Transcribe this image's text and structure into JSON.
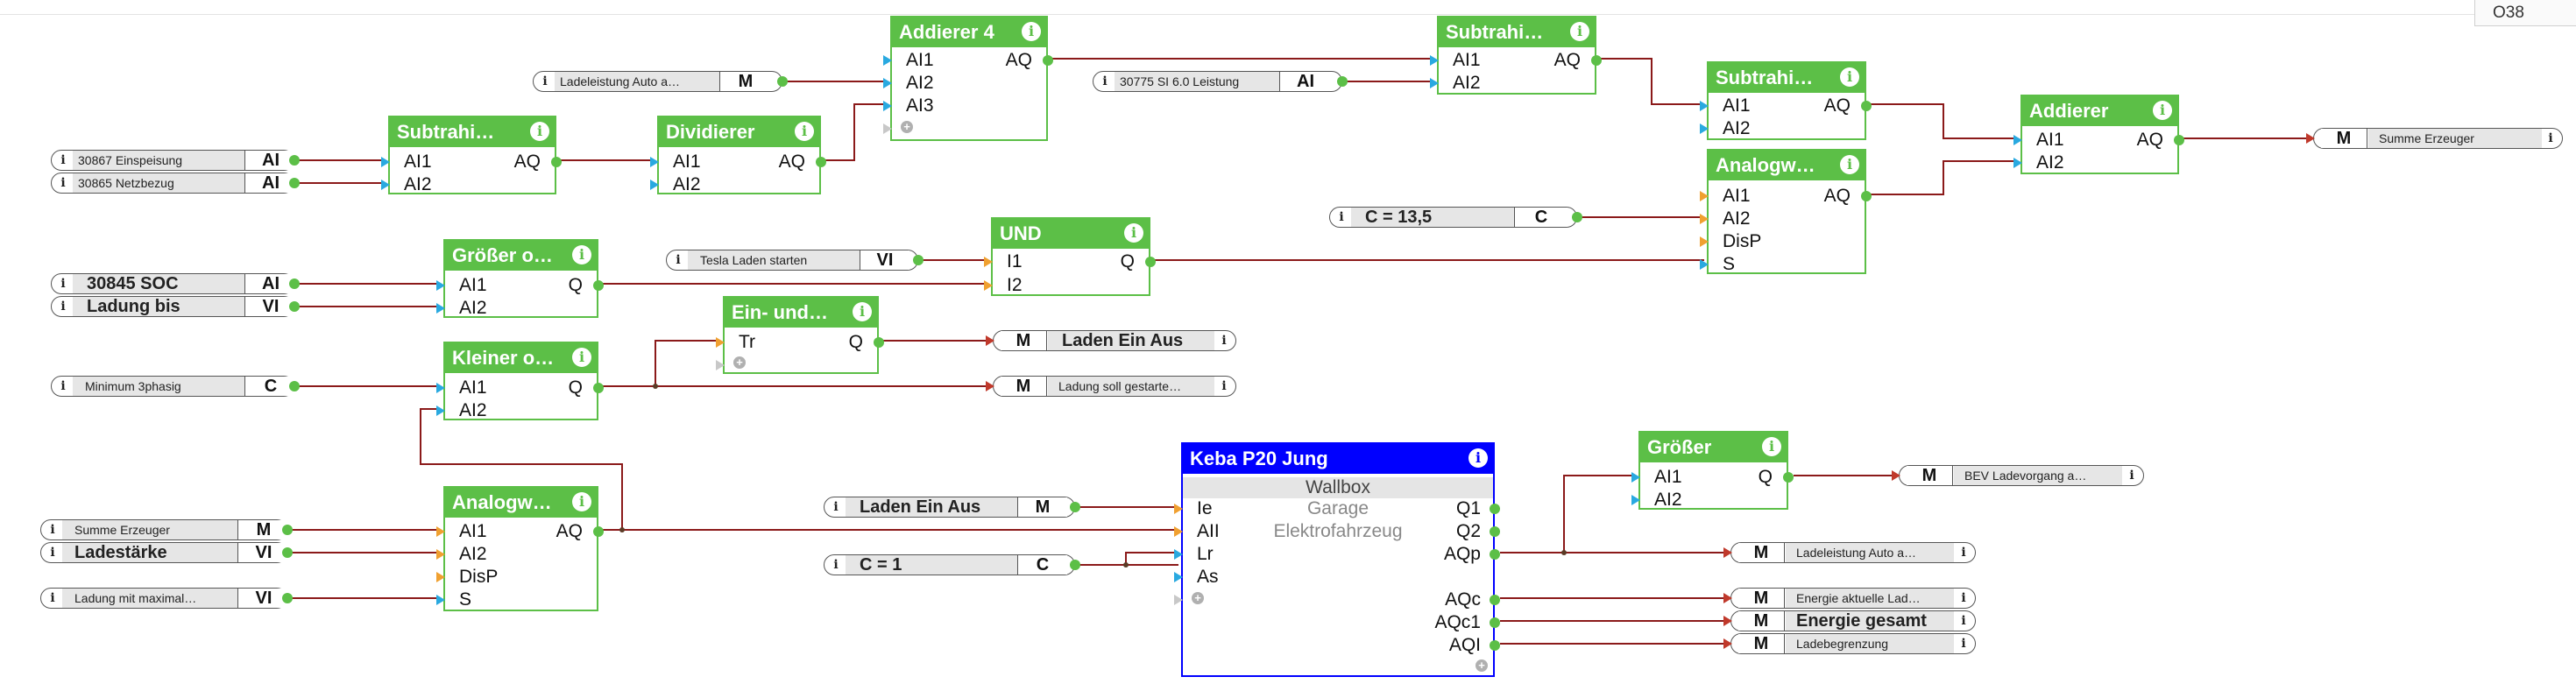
{
  "page_tag": "O38",
  "colors": {
    "block": "#5cbf47",
    "keba": "#0000ff",
    "wire": "#8b1a1a",
    "input_pin": "#29a9e0",
    "digital_pin": "#f0a030"
  },
  "blocks": {
    "addierer4": {
      "title": "Addierer 4",
      "inputs": [
        "AI1",
        "AI2",
        "AI3"
      ],
      "outputs": [
        "AQ"
      ]
    },
    "subtrahierer1": {
      "title": "Subtrahi…",
      "inputs": [
        "AI1",
        "AI2"
      ],
      "outputs": [
        "AQ"
      ]
    },
    "dividierer": {
      "title": "Dividierer",
      "inputs": [
        "AI1",
        "AI2"
      ],
      "outputs": [
        "AQ"
      ]
    },
    "subtrahierer2": {
      "title": "Subtrahi…",
      "inputs": [
        "AI1",
        "AI2"
      ],
      "outputs": [
        "AQ"
      ]
    },
    "subtrahierer3": {
      "title": "Subtrahi…",
      "inputs": [
        "AI1",
        "AI2"
      ],
      "outputs": [
        "AQ"
      ]
    },
    "addierer": {
      "title": "Addierer",
      "inputs": [
        "AI1",
        "AI2"
      ],
      "outputs": [
        "AQ"
      ]
    },
    "analogw1": {
      "title": "Analogw…",
      "inputs": [
        "AI1",
        "AI2",
        "DisP",
        "S"
      ],
      "outputs": [
        "AQ"
      ]
    },
    "groesser_o": {
      "title": "Größer o…",
      "inputs": [
        "AI1",
        "AI2"
      ],
      "outputs": [
        "Q"
      ]
    },
    "und": {
      "title": "UND",
      "inputs": [
        "I1",
        "I2"
      ],
      "outputs": [
        "Q"
      ]
    },
    "ein_und": {
      "title": "Ein- und…",
      "inputs": [
        "Tr"
      ],
      "outputs": [
        "Q"
      ]
    },
    "kleiner_o": {
      "title": "Kleiner o…",
      "inputs": [
        "AI1",
        "AI2"
      ],
      "outputs": [
        "Q"
      ]
    },
    "analogw2": {
      "title": "Analogw…",
      "inputs": [
        "AI1",
        "AI2",
        "DisP",
        "S"
      ],
      "outputs": [
        "AQ"
      ]
    },
    "groesser": {
      "title": "Größer",
      "inputs": [
        "AI1",
        "AI2"
      ],
      "outputs": [
        "Q"
      ]
    },
    "keba": {
      "title": "Keba P20 Jung",
      "subtitle1": "Wallbox",
      "subtitle2": "Garage",
      "subtitle3": "Elektrofahrzeug",
      "inputs": [
        "Ie",
        "AII",
        "Lr",
        "As"
      ],
      "outputs": [
        "Q1",
        "Q2",
        "AQp",
        "AQc",
        "AQc1",
        "AQI"
      ]
    }
  },
  "io_inputs": {
    "ladeleistung_auto": {
      "label": "Ladeleistung  Auto  a…",
      "type": "M"
    },
    "si_leistung": {
      "label": "30775 SI 6.0 Leistung",
      "type": "AI"
    },
    "einspeisung": {
      "label": "30867 Einspeisung",
      "type": "AI"
    },
    "netzbezug": {
      "label": "30865 Netzbezug",
      "type": "AI"
    },
    "c135": {
      "label": "C = 13,5",
      "type": "C"
    },
    "tesla": {
      "label": "Tesla Laden starten",
      "type": "VI"
    },
    "soc": {
      "label": "30845 SOC",
      "type": "AI"
    },
    "ladung_bis": {
      "label": "Ladung bis",
      "type": "VI"
    },
    "minimum": {
      "label": "Minimum 3phasig",
      "type": "C"
    },
    "laden_ein_aus_in": {
      "label": "Laden Ein  Aus",
      "type": "M"
    },
    "c1": {
      "label": "C = 1",
      "type": "C"
    },
    "summe_erzeuger_in": {
      "label": "Summe Erzeuger",
      "type": "M"
    },
    "ladestaerke": {
      "label": "Ladestärke",
      "type": "VI"
    },
    "ladung_max": {
      "label": "Ladung  mit  maximal…",
      "type": "VI"
    }
  },
  "io_outputs": {
    "summe_erzeuger_out": {
      "label": "Summe Erzeuger",
      "type": "M"
    },
    "laden_ein_aus_out": {
      "label": "Laden Ein  Aus",
      "type": "M"
    },
    "ladung_soll": {
      "label": "Ladung  soll  gestarte…",
      "type": "M"
    },
    "bev": {
      "label": "BEV  Ladevorgang  a…",
      "type": "M"
    },
    "ladeleistung_out": {
      "label": "Ladeleistung  Auto  a…",
      "type": "M"
    },
    "energie_aktuell": {
      "label": "Energie  aktuelle  Lad…",
      "type": "M"
    },
    "energie_gesamt": {
      "label": "Energie gesamt",
      "type": "M"
    },
    "ladebegrenzung": {
      "label": "Ladebegrenzung",
      "type": "M"
    }
  }
}
